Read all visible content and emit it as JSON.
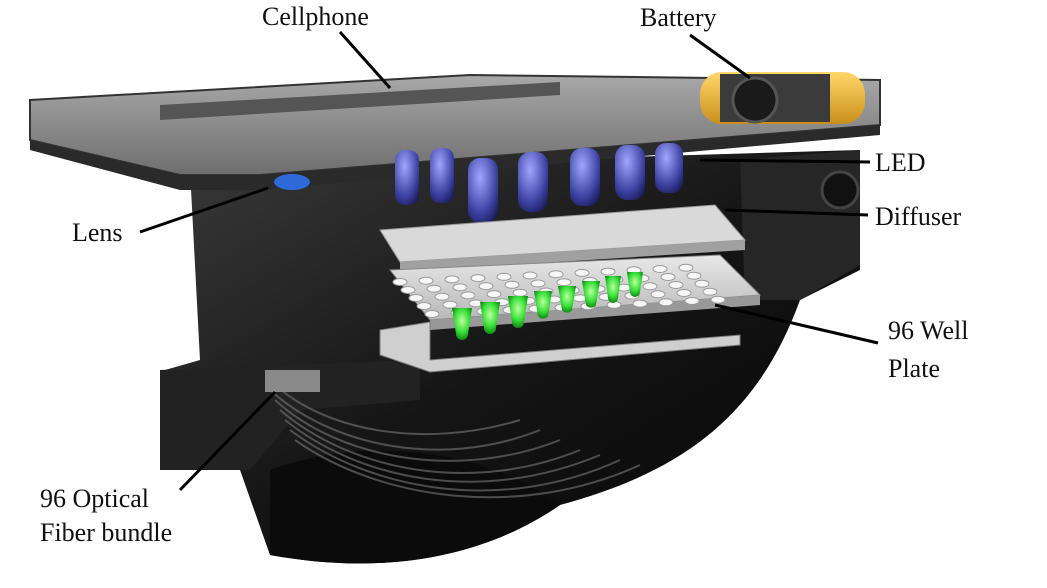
{
  "labels": {
    "cellphone": "Cellphone",
    "battery": "Battery",
    "led": "LED",
    "diffuser": "Diffuser",
    "lens": "Lens",
    "well_plate_line1": "96 Well",
    "well_plate_line2": "Plate",
    "fiber_line1": "96 Optical",
    "fiber_line2": "Fiber bundle"
  },
  "colors": {
    "housing": "#1a1a1a",
    "phone": "#8c8c8c",
    "led": "#4a4fa8",
    "fluorescence": "#39e03a",
    "battery": "#e9b53a",
    "lens": "#2f6bd8"
  }
}
